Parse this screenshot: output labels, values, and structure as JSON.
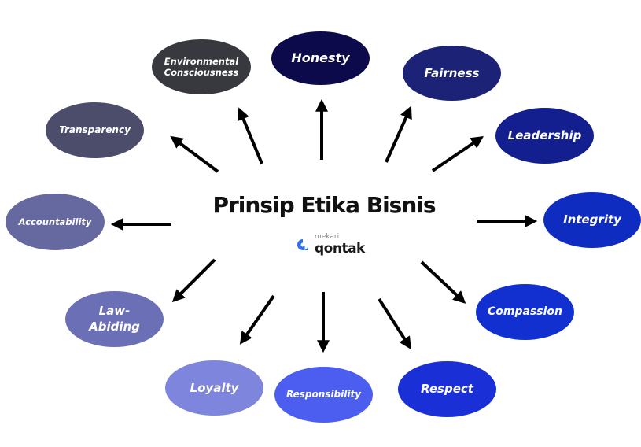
{
  "title": "Prinsip Etika Bisnis",
  "logo": {
    "brand_small": "mekari",
    "brand_big": "qontak",
    "accent": "#2f6fed"
  },
  "nodes": [
    {
      "id": "honesty",
      "label": "Honesty",
      "color": "#0c0a4a"
    },
    {
      "id": "environmental",
      "label": "Environmental Consciousness",
      "line1": "Environmental",
      "line2": "Consciousness",
      "color": "#38393f"
    },
    {
      "id": "transparency",
      "label": "Transparency",
      "color": "#4b4d6b"
    },
    {
      "id": "accountability",
      "label": "Accountability",
      "color": "#6668a0"
    },
    {
      "id": "law-abiding",
      "label": "Law-Abiding",
      "line1": "Law-",
      "line2": "Abiding",
      "color": "#6b70b6"
    },
    {
      "id": "loyalty",
      "label": "Loyalty",
      "color": "#7d86dc"
    },
    {
      "id": "responsibility",
      "label": "Responsibility",
      "color": "#4b5ef0"
    },
    {
      "id": "respect",
      "label": "Respect",
      "color": "#1a2fd6"
    },
    {
      "id": "compassion",
      "label": "Compassion",
      "color": "#1230cf"
    },
    {
      "id": "integrity",
      "label": "Integrity",
      "color": "#0f2cc0"
    },
    {
      "id": "leadership",
      "label": "Leadership",
      "color": "#141f8f"
    },
    {
      "id": "fairness",
      "label": "Fairness",
      "color": "#1c2377"
    }
  ],
  "arrow_color": "#000000"
}
